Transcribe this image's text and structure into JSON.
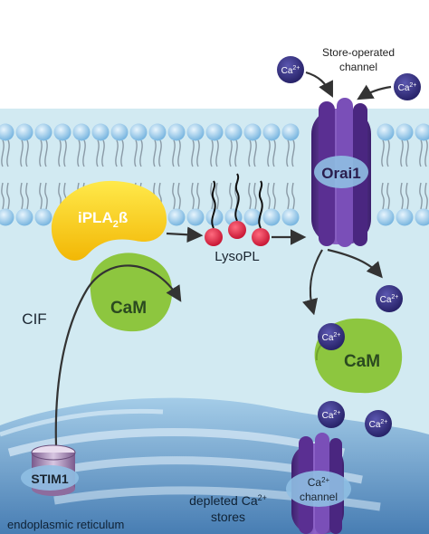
{
  "title": {
    "line1": "Store-operated",
    "line2": "channel"
  },
  "ions": {
    "ca2": "Ca",
    "sup": "2+"
  },
  "labels": {
    "orai1": "Orai1",
    "ipla2b_main": "iPLA",
    "ipla2b_sub": "2",
    "ipla2b_end": "ß",
    "lysopl": "LysoPL",
    "cam": "CaM",
    "cif": "CIF",
    "stim1": "STIM1",
    "depleted_line1_main": "depleted Ca",
    "depleted_line1_sup": "2+",
    "depleted_line2": "stores",
    "ca_channel_line1_main": "Ca",
    "ca_channel_line1_sup": "2+",
    "ca_channel_line2": "channel",
    "er": "endoplasmic reticulum"
  },
  "colors": {
    "cytoplasm": "#cfe8f0",
    "membrane_head": "#8fc3e6",
    "orai": "#6b3aa0",
    "ipla2b": "#f5d000",
    "cam": "#8dc63f",
    "lyso_head": "#e2173d",
    "ion": "#2f2a7a",
    "er": "#3f7ab5"
  }
}
